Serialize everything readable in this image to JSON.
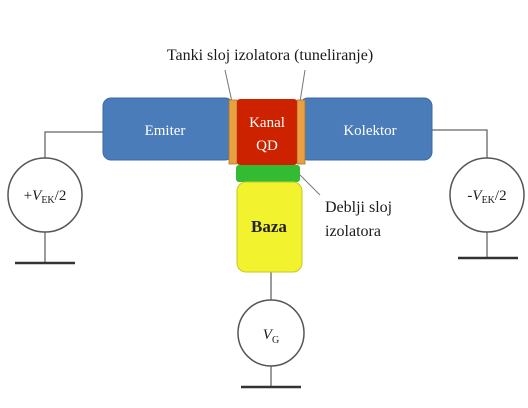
{
  "labels": {
    "thin_insulator": "Tanki sloj izolatora (tuneliranje)",
    "thick_insulator_line1": "Deblji sloj",
    "thick_insulator_line2": "izolatora"
  },
  "blocks": {
    "emitter": "Emiter",
    "collector": "Kolektor",
    "channel_line1": "Kanal",
    "channel_line2": "QD",
    "base": "Baza"
  },
  "sources": {
    "left": {
      "prefix": "+",
      "symbol": "V",
      "subscript": "EK",
      "suffix": "/2"
    },
    "right": {
      "prefix": "-",
      "symbol": "V",
      "subscript": "EK",
      "suffix": "/2"
    },
    "gate": {
      "symbol": "V",
      "subscript": "G"
    }
  },
  "colors": {
    "electrode_blue": "#4a7cba",
    "electrode_stroke": "#3a6aa5",
    "channel_red": "#cc2200",
    "thin_insulator_orange": "#e8a040",
    "thick_insulator_green": "#33bb33",
    "base_yellow": "#f2f22e",
    "wire": "#666666"
  }
}
